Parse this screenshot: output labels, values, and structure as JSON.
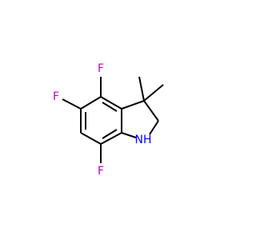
{
  "molecule": {
    "atoms": {
      "f4": "F",
      "f5": "F",
      "f7": "F",
      "nh": "NH"
    },
    "colors": {
      "bond": "#000000",
      "fluorine": "#c000c0",
      "nitrogen": "#0000ff",
      "background": "#ffffff"
    }
  }
}
